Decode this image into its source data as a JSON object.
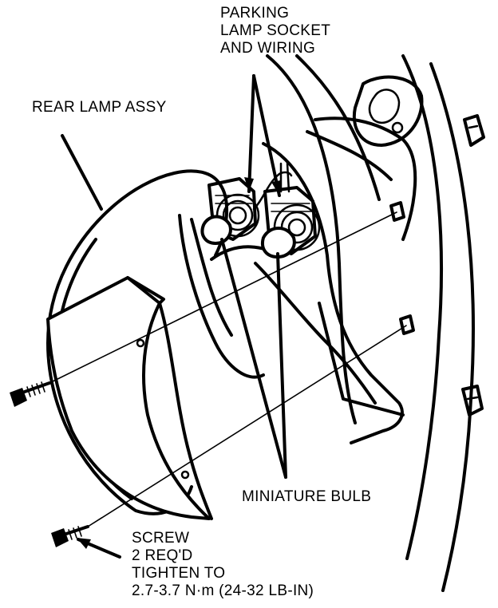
{
  "labels": {
    "parking_socket": [
      "PARKING",
      "LAMP SOCKET",
      "AND WIRING"
    ],
    "rear_lamp": "REAR LAMP ASSY",
    "miniature_bulb": "MINIATURE BULB",
    "screw": [
      "SCREW",
      "2 REQ'D",
      "TIGHTEN TO",
      "2.7-3.7 N·m (24-32 LB-IN)"
    ]
  },
  "colors": {
    "ink": "#000000",
    "paper": "#ffffff"
  }
}
